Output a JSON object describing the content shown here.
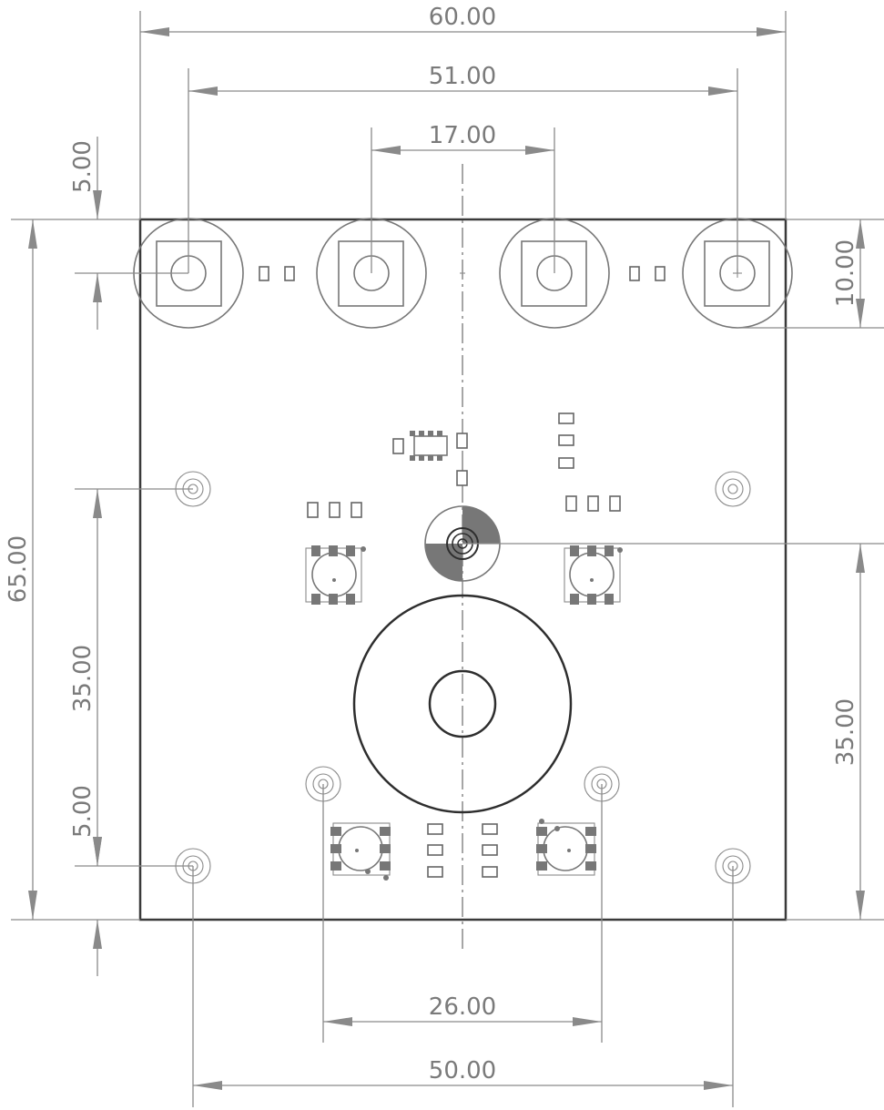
{
  "dimensions": {
    "overall_width": "60.00",
    "encoder_outer_span": "51.00",
    "encoder_inner_span": "17.00",
    "top_margin": "5.00",
    "encoder_row_height": "10.00",
    "overall_height": "65.00",
    "mount_hole_vertical_left": "35.00",
    "bottom_margin": "5.00",
    "center_to_bottom": "35.00",
    "button_hole_span": "26.00",
    "mount_hole_span": "50.00"
  },
  "colors": {
    "dimension": "#8a8a8a",
    "board_outline": "#3a3a3a",
    "component": "#777777"
  }
}
